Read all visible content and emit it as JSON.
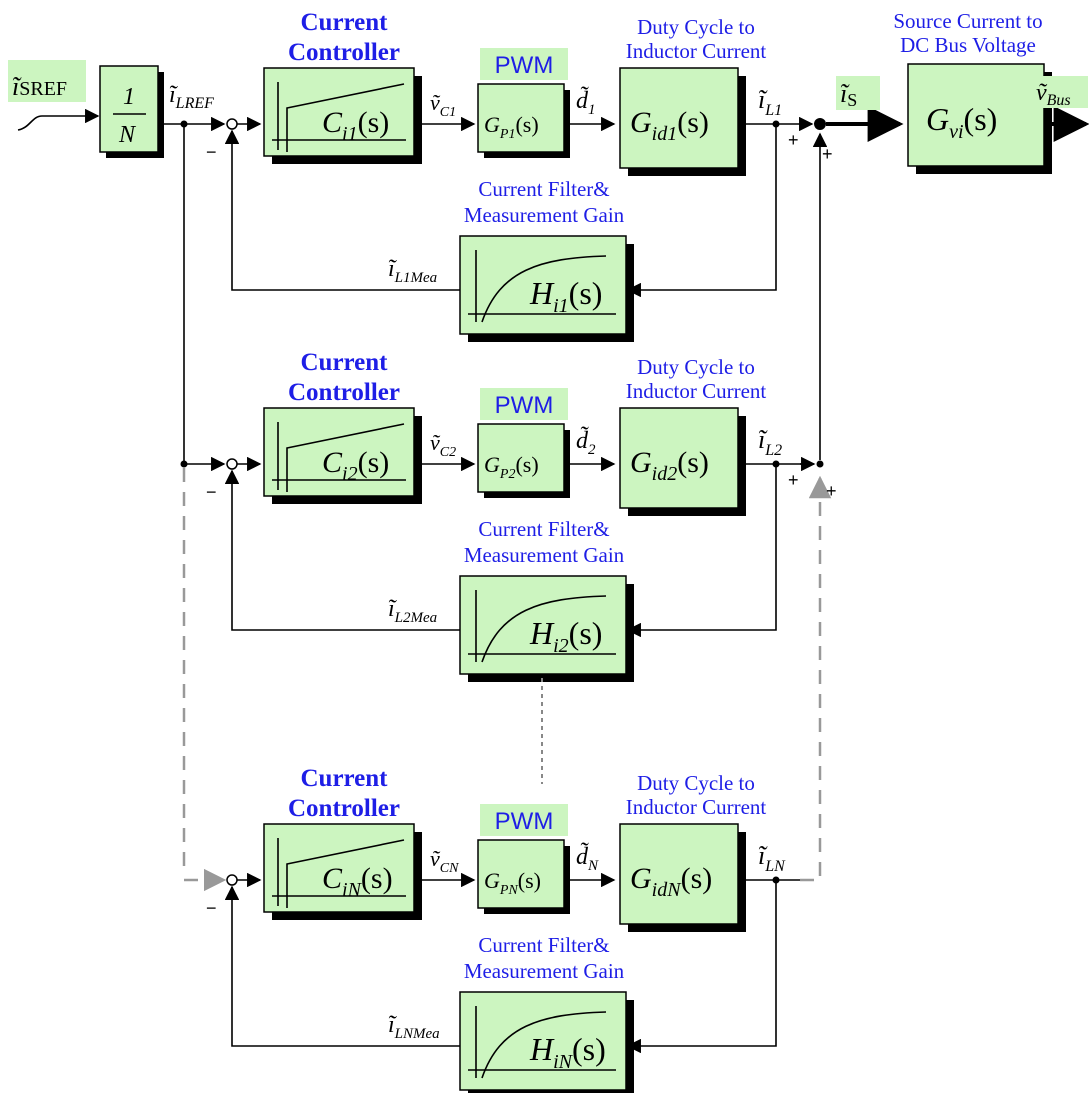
{
  "input": {
    "ref_symbol": "ĩ",
    "ref_sub": "SREF"
  },
  "divider": {
    "num": "1",
    "den": "N"
  },
  "lref": {
    "symbol": "ĩ",
    "sub": "LREF"
  },
  "output_block": {
    "title_line1": "Source Current to",
    "title_line2": "DC Bus Voltage",
    "gain": "G",
    "gain_sub": "vi",
    "arg": "(s)"
  },
  "sum_node": {
    "label": "ĩ",
    "sub": "S"
  },
  "output": {
    "symbol": "ṽ",
    "sub": "Bus"
  },
  "signs": {
    "minus": "−",
    "plus": "+"
  },
  "controller_title": {
    "line1": "Current",
    "line2": "Controller"
  },
  "pwm_label": "PWM",
  "duty_title": {
    "line1": "Duty Cycle to",
    "line2": "Inductor Current"
  },
  "filter_title": {
    "line1": "Current Filter&",
    "line2": "Measurement Gain"
  },
  "channels": [
    {
      "ctrl_sub": "i1",
      "vc_sub": "C1",
      "pwm_sub": "P1",
      "d_sub": "1",
      "gid_sub": "id1",
      "il_sub": "L1",
      "h_sub": "i1",
      "mea_sub": "L1Mea"
    },
    {
      "ctrl_sub": "i2",
      "vc_sub": "C2",
      "pwm_sub": "P2",
      "d_sub": "2",
      "gid_sub": "id2",
      "il_sub": "L2",
      "h_sub": "i2",
      "mea_sub": "L2Mea"
    },
    {
      "ctrl_sub": "iN",
      "vc_sub": "CN",
      "pwm_sub": "PN",
      "d_sub": "N",
      "gid_sub": "idN",
      "il_sub": "LN",
      "h_sub": "iN",
      "mea_sub": "LNMea"
    }
  ],
  "letters": {
    "C": "C",
    "G": "G",
    "H": "H",
    "d": "d̃",
    "v": "ṽ",
    "i": "ĩ",
    "s": "(s)"
  },
  "colors": {
    "block_fill": "#ccf5c0",
    "title_blue": "#1e1ee6",
    "dashed": "#999999"
  }
}
